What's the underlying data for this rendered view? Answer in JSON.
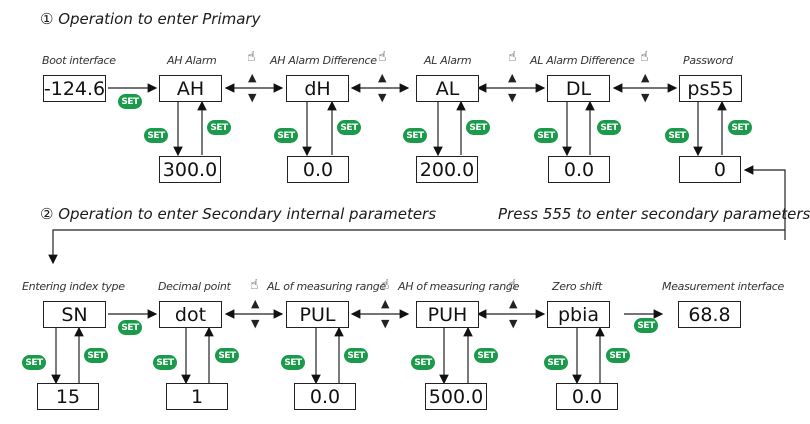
{
  "section1": {
    "title": "① Operation to enter Primary",
    "boot": {
      "label": "Boot interface",
      "value": "-124.6"
    },
    "steps": [
      {
        "label": "AH Alarm",
        "code": "AH",
        "value": "300.0"
      },
      {
        "label": "AH Alarm Difference",
        "code": "dH",
        "value": "0.0"
      },
      {
        "label": "AL Alarm",
        "code": "AL",
        "value": "200.0"
      },
      {
        "label": "AL Alarm Difference",
        "code": "DL",
        "value": "0.0"
      },
      {
        "label": "Password",
        "code": "ps55",
        "value": "0"
      }
    ],
    "note": "Press 555 to enter secondary parameters"
  },
  "section2": {
    "title": "② Operation to enter Secondary internal parameters",
    "steps": [
      {
        "label": "Entering index type",
        "code": "SN",
        "value": "15"
      },
      {
        "label": "Decimal point",
        "code": "dot",
        "value": "1"
      },
      {
        "label": "AL of measuring range",
        "code": "PUL",
        "value": "0.0"
      },
      {
        "label": "AH of measuring range",
        "code": "PUH",
        "value": "500.0"
      },
      {
        "label": "Zero shift",
        "code": "pbia",
        "value": "0.0"
      }
    ],
    "measure": {
      "label": "Measurement interface",
      "value": "68.8"
    }
  },
  "icons": {
    "set_button": "SET",
    "hand": "☝",
    "up": "▲",
    "down": "▼"
  },
  "colors": {
    "set_green": "#1a9a4a"
  }
}
